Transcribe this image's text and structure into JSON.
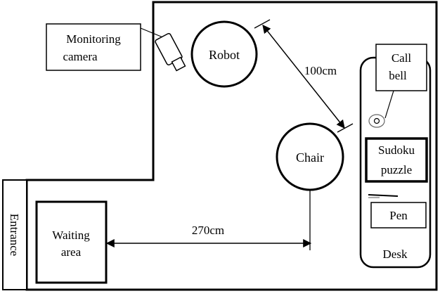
{
  "labels": {
    "monitoring_line1": "Monitoring",
    "monitoring_line2": "camera",
    "robot": "Robot",
    "distance_robot_chair": "100cm",
    "call_line1": "Call",
    "call_line2": "bell",
    "chair": "Chair",
    "sudoku_line1": "Sudoku",
    "sudoku_line2": "puzzle",
    "pen": "Pen",
    "desk": "Desk",
    "entrance": "Entrance",
    "waiting_line1": "Waiting",
    "waiting_line2": "area",
    "distance_waiting_chair": "270cm"
  },
  "colors": {
    "stroke": "#000000",
    "background": "#ffffff",
    "camera_fill": "#ffffff"
  }
}
